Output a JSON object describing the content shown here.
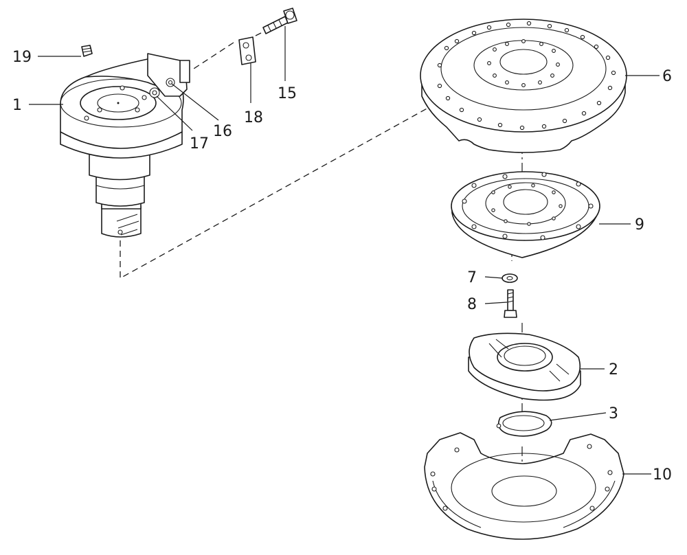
{
  "callouts": {
    "c1": "1",
    "c2": "2",
    "c3": "3",
    "c6": "6",
    "c7": "7",
    "c8": "8",
    "c9": "9",
    "c10": "10",
    "c15": "15",
    "c16": "16",
    "c17": "17",
    "c18": "18",
    "c19": "19"
  }
}
